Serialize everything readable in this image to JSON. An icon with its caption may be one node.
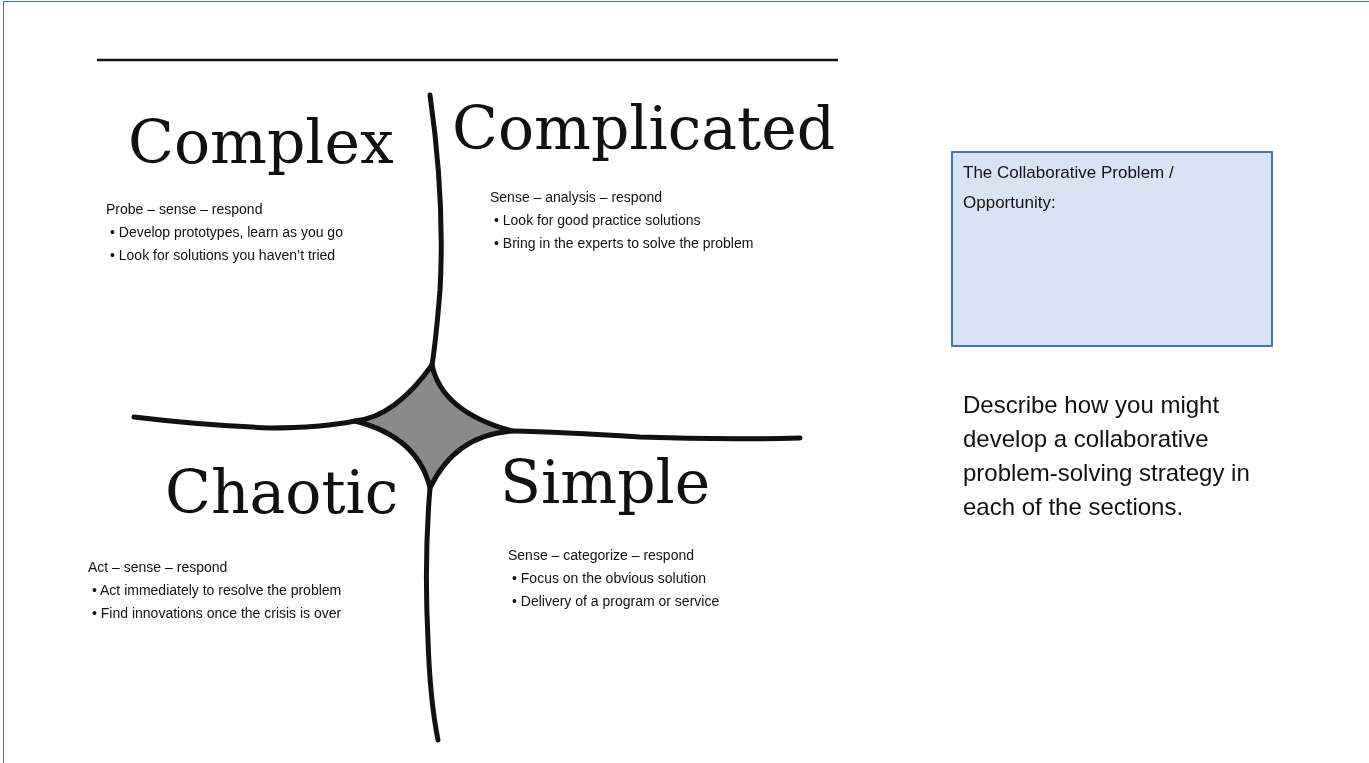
{
  "diagram": {
    "nodes": [
      {
        "text": [
          "The Collaborative Problem / Opportunity:"
        ]
      }
    ],
    "labels": [
      "Complex",
      "Complicated",
      "Probe – sense – respond",
      "• Develop prototypes, learn as you go",
      "• Look for solutions you haven’t tried",
      "Sense – analysis – respond",
      "• Look for good practice solutions",
      "• Bring in the experts to solve the problem",
      "Chaotic",
      "Simple",
      "Act – sense – respond",
      "• Act immediately to resolve the problem",
      "• Find innovations once the crisis is over",
      "Sense – categorize – respond",
      "• Focus on the obvious solution",
      "• Delivery of a program or service",
      "Describe how you might develop a collaborative problem-solving strategy in each of the sections."
    ]
  }
}
